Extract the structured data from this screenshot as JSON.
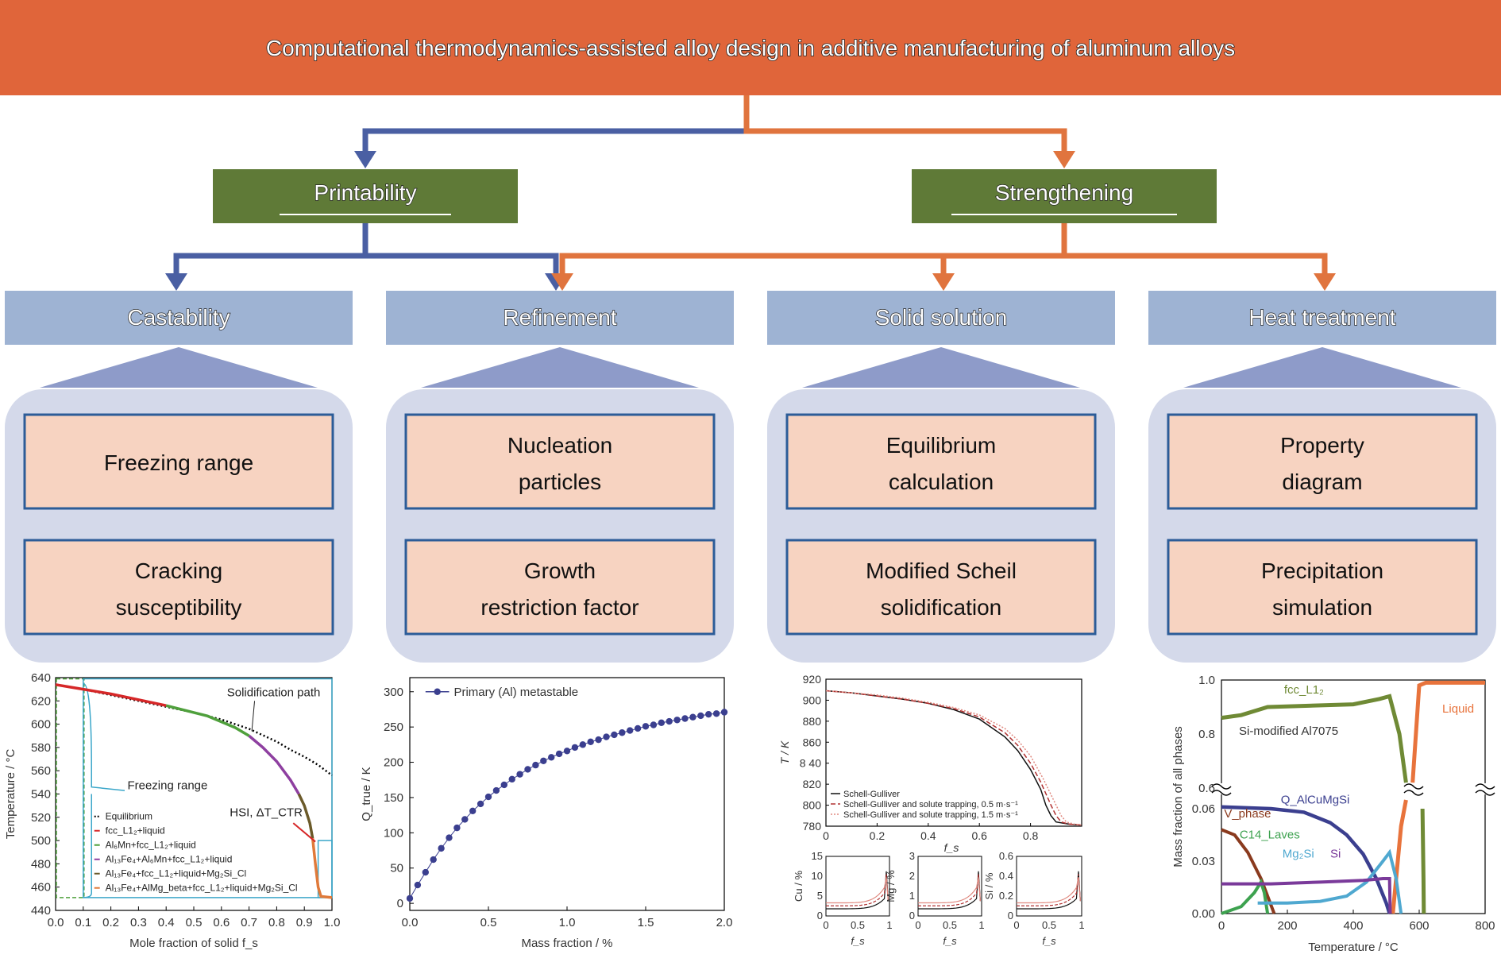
{
  "title": "Computational thermodynamics-assisted alloy design in additive manufacturing of aluminum alloys",
  "colors": {
    "title_bg": "#E0653A",
    "blue_line": "#4A5FA3",
    "orange_line": "#E0743E",
    "green_box": "#5F7A37",
    "blue_header": "#9EB3D3",
    "lavender_panel": "#D4D9EA",
    "triangle": "#8E9BC9",
    "peach_box": "#F7D3C1",
    "peach_border": "#2C5C98"
  },
  "level1": [
    {
      "label": "Printability"
    },
    {
      "label": "Strengthening"
    }
  ],
  "categories": [
    {
      "label": "Castability",
      "items": [
        [
          "Freezing range"
        ],
        [
          "Cracking",
          "susceptibility"
        ]
      ]
    },
    {
      "label": "Refinement",
      "items": [
        [
          "Nucleation",
          "particles"
        ],
        [
          "Growth",
          "restriction factor"
        ]
      ]
    },
    {
      "label": "Solid solution",
      "items": [
        [
          "Equilibrium",
          "calculation"
        ],
        [
          "Modified Scheil",
          "solidification"
        ]
      ]
    },
    {
      "label": "Heat treatment",
      "items": [
        [
          "Property",
          "diagram"
        ],
        [
          "Precipitation",
          "simulation"
        ]
      ]
    }
  ],
  "chart_data": [
    {
      "type": "line",
      "xlabel": "Mole fraction of solid f_s",
      "ylabel": "Temperature / °C",
      "xlim": [
        0.0,
        1.0
      ],
      "ylim": [
        440,
        640
      ],
      "xticks": [
        "0.0",
        "0.1",
        "0.2",
        "0.3",
        "0.4",
        "0.5",
        "0.6",
        "0.7",
        "0.8",
        "0.9",
        "1.0"
      ],
      "yticks": [
        "440",
        "460",
        "480",
        "500",
        "520",
        "540",
        "560",
        "580",
        "600",
        "620",
        "640"
      ],
      "annotations": [
        "Solidification path",
        "Freezing range",
        "HSI, ΔT_CTR"
      ],
      "legend": [
        "Equilibrium",
        "fcc_L1₂+liquid",
        "Al₆Mn+fcc_L1₂+liquid",
        "Al₁₃Fe₄+Al₆Mn+fcc_L1₂+liquid",
        "Al₁₃Fe₄+fcc_L1₂+liquid+Mg₂Si_Cl",
        "Al₁₃Fe₄+AlMg_beta+fcc_L1₂+liquid+Mg₂Si_Cl"
      ],
      "series": [
        {
          "name": "Equilibrium",
          "color": "#000000",
          "x": [
            0.0,
            0.1,
            0.2,
            0.3,
            0.4,
            0.5,
            0.6,
            0.7,
            0.8,
            0.85,
            0.9,
            0.95,
            1.0
          ],
          "y": [
            634,
            630,
            625,
            620,
            615,
            610,
            604,
            596,
            585,
            578,
            572,
            565,
            556
          ]
        },
        {
          "name": "fcc_L1₂+liquid",
          "color": "#D62728",
          "x": [
            0.0,
            0.05,
            0.1,
            0.15,
            0.2,
            0.3,
            0.4
          ],
          "y": [
            634,
            632,
            630,
            628,
            626,
            621,
            616
          ]
        },
        {
          "name": "Al₆Mn+fcc_L1₂+liquid",
          "color": "#4FA03C",
          "x": [
            0.4,
            0.5,
            0.55,
            0.6,
            0.65,
            0.7
          ],
          "y": [
            616,
            610,
            607,
            602,
            597,
            590
          ]
        },
        {
          "name": "Al₁₃Fe₄+Al₆Mn+fcc_L1₂+liquid",
          "color": "#8E3FA0",
          "x": [
            0.7,
            0.75,
            0.8,
            0.85,
            0.88
          ],
          "y": [
            590,
            580,
            568,
            552,
            540
          ]
        },
        {
          "name": "Al₁₃Fe₄+fcc_L1₂+liquid+Mg₂Si_Cl",
          "color": "#6B5A2A",
          "x": [
            0.88,
            0.9,
            0.92,
            0.93
          ],
          "y": [
            540,
            530,
            515,
            502
          ]
        },
        {
          "name": "Al₁₃Fe₄+AlMg_beta+fcc_L1₂+liquid+Mg₂Si_Cl",
          "color": "#E07A3A",
          "x": [
            0.93,
            0.94,
            0.95,
            0.96,
            1.0
          ],
          "y": [
            502,
            480,
            460,
            452,
            451
          ]
        }
      ]
    },
    {
      "type": "scatter",
      "xlabel": "Mass fraction / %",
      "ylabel": "Q_true / K",
      "xlim": [
        0.0,
        2.0
      ],
      "ylim": [
        -10,
        320
      ],
      "xticks": [
        "0.0",
        "0.5",
        "1.0",
        "1.5",
        "2.0"
      ],
      "yticks": [
        "0",
        "50",
        "100",
        "150",
        "200",
        "250",
        "300"
      ],
      "legend": [
        "Primary (Al) metastable"
      ],
      "series": [
        {
          "name": "Primary (Al) metastable",
          "color": "#3B3F8F",
          "x": [
            0.0,
            0.05,
            0.1,
            0.15,
            0.2,
            0.25,
            0.3,
            0.35,
            0.4,
            0.45,
            0.5,
            0.55,
            0.6,
            0.65,
            0.7,
            0.75,
            0.8,
            0.85,
            0.9,
            0.95,
            1.0,
            1.05,
            1.1,
            1.15,
            1.2,
            1.25,
            1.3,
            1.35,
            1.4,
            1.45,
            1.5,
            1.55,
            1.6,
            1.65,
            1.7,
            1.75,
            1.8,
            1.85,
            1.9,
            1.95,
            2.0
          ],
          "y": [
            7,
            26,
            44,
            62,
            78,
            93,
            107,
            119,
            131,
            141,
            151,
            160,
            168,
            176,
            183,
            190,
            196,
            202,
            207,
            212,
            216,
            221,
            225,
            229,
            232,
            236,
            239,
            242,
            245,
            248,
            251,
            253,
            256,
            258,
            260,
            262,
            264,
            266,
            268,
            269,
            271
          ]
        }
      ]
    },
    {
      "type": "line",
      "xlabel": "f_s",
      "ylabel": "T / K",
      "xlim": [
        0,
        1
      ],
      "ylim": [
        780,
        920
      ],
      "xticks": [
        "0",
        "0.2",
        "0.4",
        "0.6",
        "0.8"
      ],
      "yticks": [
        "780",
        "800",
        "820",
        "8 40",
        "860",
        "880",
        "900",
        "920"
      ],
      "legend": [
        "Schell-Gulliver",
        "Schell-Gulliver and solute trapping, 0.5 m·s⁻¹",
        "Schell-Gulliver and solute trapping, 1.5 m·s⁻¹"
      ],
      "series": [
        {
          "name": "Schell-Gulliver",
          "color": "#111111",
          "x": [
            0,
            0.1,
            0.2,
            0.3,
            0.4,
            0.5,
            0.6,
            0.7,
            0.75,
            0.8,
            0.84,
            0.86,
            0.88,
            0.9,
            0.95,
            1.0
          ],
          "y": [
            909,
            907,
            904,
            901,
            897,
            891,
            882,
            865,
            852,
            834,
            815,
            800,
            790,
            784,
            782,
            781
          ]
        },
        {
          "name": "Schell-Gulliver and solute trapping, 0.5 m·s⁻¹",
          "color": "#B03030",
          "x": [
            0,
            0.1,
            0.2,
            0.3,
            0.4,
            0.5,
            0.6,
            0.7,
            0.75,
            0.8,
            0.84,
            0.88,
            0.9,
            0.92,
            0.95,
            1.0
          ],
          "y": [
            909,
            907,
            904,
            901,
            897,
            892,
            884,
            869,
            857,
            840,
            822,
            800,
            790,
            784,
            782,
            781
          ]
        },
        {
          "name": "Schell-Gulliver and solute trapping, 1.5 m·s⁻¹",
          "color": "#E08A80",
          "x": [
            0,
            0.1,
            0.2,
            0.3,
            0.4,
            0.5,
            0.6,
            0.7,
            0.75,
            0.8,
            0.85,
            0.9,
            0.92,
            0.94,
            0.97,
            1.0
          ],
          "y": [
            909,
            907,
            905,
            902,
            898,
            893,
            886,
            873,
            862,
            847,
            825,
            800,
            790,
            784,
            782,
            781
          ]
        }
      ],
      "insets": [
        {
          "ylabel": "Cu / %",
          "yticks": [
            "0",
            "5",
            "10",
            "15"
          ],
          "xticks": [
            "0",
            "0.5",
            "1"
          ],
          "xlabel": "f_s"
        },
        {
          "ylabel": "Mg / %",
          "yticks": [
            "0",
            "1",
            "2",
            "3"
          ],
          "xticks": [
            "0",
            "0.5",
            "1"
          ],
          "xlabel": "f_s"
        },
        {
          "ylabel": "Si / %",
          "yticks": [
            "0",
            "0.2",
            "0.4",
            "0.6"
          ],
          "xticks": [
            "0",
            "0.5",
            "1"
          ],
          "xlabel": "f_s"
        }
      ]
    },
    {
      "type": "line",
      "xlabel": "Temperature / °C",
      "ylabel": "Mass fraction of all phases",
      "xlim": [
        0,
        800
      ],
      "yticks_upper": [
        "0.6",
        "0.8",
        "1.0"
      ],
      "yticks_lower": [
        "0.00",
        "0.03",
        "0.06"
      ],
      "xticks": [
        "0",
        "200",
        "400",
        "600",
        "800"
      ],
      "annotation": "Si-modified Al7075",
      "series": [
        {
          "name": "fcc_L1₂",
          "color": "#6F8A35"
        },
        {
          "name": "Liquid",
          "color": "#E8733C"
        },
        {
          "name": "Q_AlCuMgSi",
          "color": "#3B3F8F"
        },
        {
          "name": "V_phase",
          "color": "#8A3A1E"
        },
        {
          "name": "C14_Laves",
          "color": "#3DA24F"
        },
        {
          "name": "Mg₂Si",
          "color": "#4FA8D0"
        },
        {
          "name": "Si",
          "color": "#7A3A9A"
        }
      ]
    }
  ]
}
